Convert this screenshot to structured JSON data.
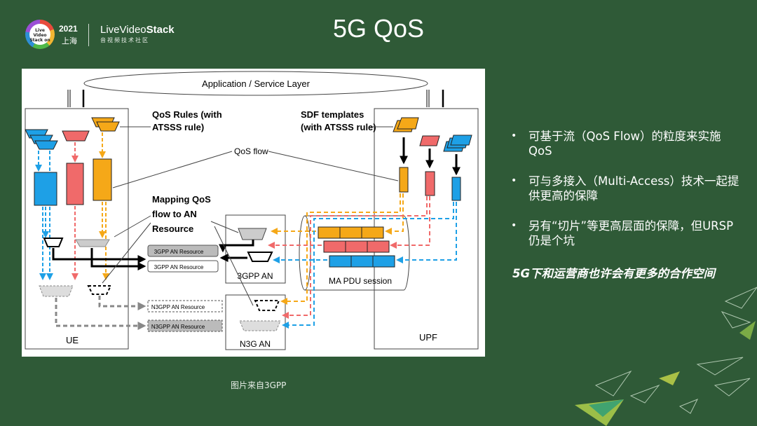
{
  "logo": {
    "badge": "Live Video Stack on",
    "year": "2021",
    "city": "上海",
    "brand_prefix": "Live",
    "brand_suffix": "Video",
    "brand_bold": "Stack",
    "brand_sub": "音视频技术社区"
  },
  "title": "5G QoS",
  "diagram": {
    "app_layer": "Application / Service Layer",
    "qos_rules": [
      "QoS Rules (with",
      "ATSSS rule)"
    ],
    "sdf_templates": [
      "SDF templates",
      "(with ATSSS rule)"
    ],
    "qos_flow": "QoS flow",
    "mapping": [
      "Mapping QoS",
      "flow to AN",
      "Resource"
    ],
    "res_3gpp_1": "3GPP AN Resource",
    "res_3gpp_2": "3GPP AN Resource",
    "res_n3gpp_1": "N3GPP AN Resource",
    "res_n3gpp_2": "N3GPP AN Resource",
    "an_3gpp": "3GPP AN",
    "an_n3g": "N3G AN",
    "session": "MA PDU session",
    "ue": "UE",
    "upf": "UPF"
  },
  "caption": "图片来自3GPP",
  "bullets": [
    "可基于流（QoS Flow）的粒度来实施QoS",
    "可与多接入（Multi-Access）技术一起提供更高的保障",
    "另有“切片”等更高层面的保障，但URSP仍是个坑"
  ],
  "highlight": "5G下和运营商也许会有更多的合作空间",
  "colors": {
    "background": "#2f5a37",
    "blue": "#1ea0e6",
    "red": "#f06a6a",
    "orange": "#f5a818"
  }
}
